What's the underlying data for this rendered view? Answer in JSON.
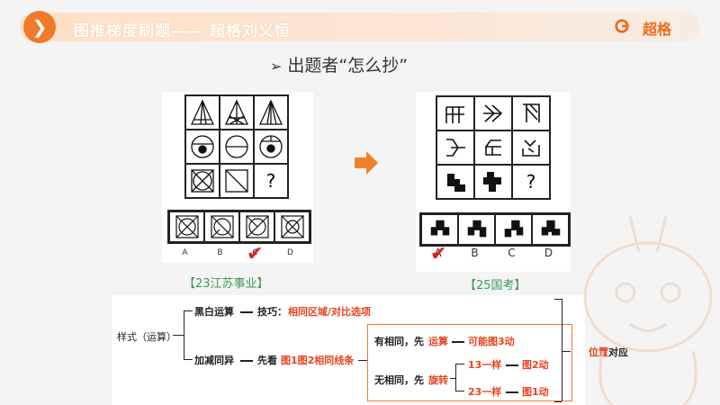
{
  "header": {
    "logo_glyph": "❯",
    "title": "图推梯度刷题—— 超格刘义恒",
    "brand": "超格"
  },
  "section": {
    "arrow": "➢",
    "title": "出题者“怎么抄”"
  },
  "left_puzzle": {
    "question_mark": "?",
    "option_labels": [
      "A",
      "B",
      "C",
      "D"
    ],
    "caption": "【23江苏事业】",
    "answer": "C"
  },
  "right_puzzle": {
    "question_mark": "?",
    "option_labels": [
      "A",
      "B",
      "C",
      "D"
    ],
    "caption": "【25国考】",
    "answer": "A"
  },
  "diagram": {
    "root": "样式（运算）",
    "branch1": "黑白运算",
    "branch1_tip_label": "技巧：",
    "branch1_tip": "相同区域/对比选项",
    "branch2": "加减同异",
    "branch2_prefix": "先看",
    "branch2_key": "图1图2相同线条",
    "sub1_prefix": "有相同，先",
    "sub1_key": "运算",
    "sub1_result": "可能图3动",
    "sub2_prefix": "无相同，先",
    "sub2_key": "旋转",
    "sub2_a": "13一样",
    "sub2_a_result": "图2动",
    "sub2_b": "23一样",
    "sub2_b_result": "图1动",
    "right_label_key": "位置",
    "right_label_rest": "对应"
  },
  "colors": {
    "accent": "#ef7a2a",
    "highlight": "#e8431d",
    "caption": "#3c9a56"
  }
}
